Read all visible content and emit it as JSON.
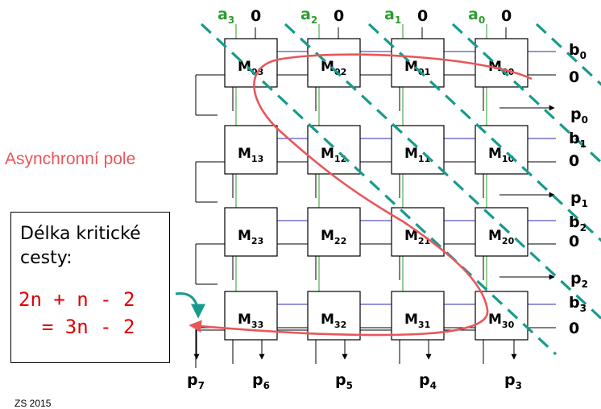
{
  "title": "Asynchronní pole",
  "critical_path": {
    "label": "Délka kritické cesty:",
    "formula_line1": "2n + n - 2",
    "formula_line2": "  = 3n - 2"
  },
  "top_inputs_a": [
    {
      "base": "a",
      "sub": "3"
    },
    {
      "base": "a",
      "sub": "2"
    },
    {
      "base": "a",
      "sub": "1"
    },
    {
      "base": "a",
      "sub": "0"
    }
  ],
  "zero_label": "0",
  "right_inputs": [
    {
      "base": "b",
      "sub": "0"
    },
    {
      "base": "b",
      "sub": "1"
    },
    {
      "base": "b",
      "sub": "2"
    },
    {
      "base": "b",
      "sub": "3"
    }
  ],
  "right_outputs": [
    {
      "base": "p",
      "sub": "0"
    },
    {
      "base": "p",
      "sub": "1"
    },
    {
      "base": "p",
      "sub": "2"
    }
  ],
  "bottom_outputs": [
    {
      "base": "p",
      "sub": "7"
    },
    {
      "base": "p",
      "sub": "6"
    },
    {
      "base": "p",
      "sub": "5"
    },
    {
      "base": "p",
      "sub": "4"
    },
    {
      "base": "p",
      "sub": "3"
    }
  ],
  "cells": [
    [
      "03",
      "02",
      "01",
      "00"
    ],
    [
      "13",
      "12",
      "11",
      "10"
    ],
    [
      "23",
      "22",
      "21",
      "20"
    ],
    [
      "33",
      "32",
      "31",
      "30"
    ]
  ],
  "cell_prefix": "M",
  "footer": "ZS 2015",
  "colors": {
    "diagonal": "#169b8d",
    "critical_path": "#e8565a",
    "a_inputs": "#2e9b2e",
    "b_lines": "#2a2ab0",
    "formula": "#e00000"
  }
}
